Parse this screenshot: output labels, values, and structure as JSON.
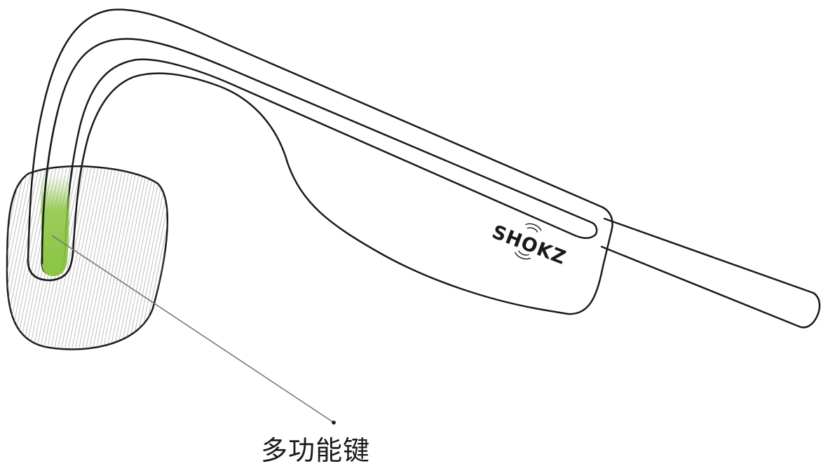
{
  "diagram": {
    "callout_label": "多功能键",
    "brand_logo": "SHOKZ",
    "colors": {
      "outline": "#1a1a1a",
      "button_green": "#8bc541",
      "leader_line": "#777777",
      "background": "#ffffff"
    },
    "icons": {
      "headphone": "open-ear-headphone-line-art",
      "button": "multifunction-button"
    }
  }
}
